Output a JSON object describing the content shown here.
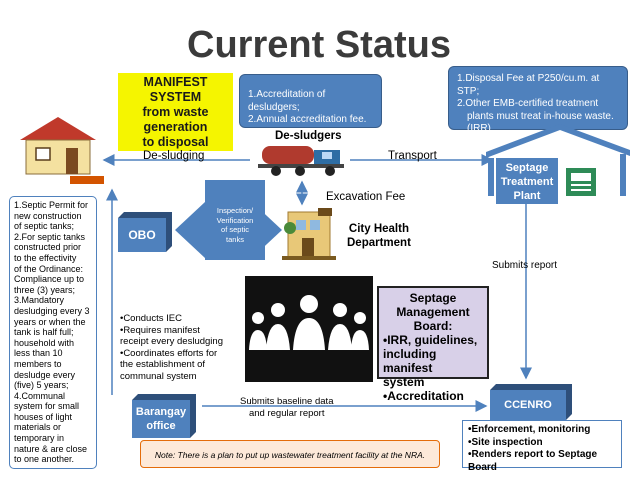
{
  "title": "Current Status",
  "manifest_box": [
    "MANIFEST",
    "SYSTEM",
    "from waste",
    "generation",
    "to disposal"
  ],
  "accreditation_box": [
    "1.Accreditation of desludgers;",
    "2.Annual accreditation fee."
  ],
  "disposal_box": [
    "1.Disposal Fee at P250/cu.m. at STP;",
    "2.Other  EMB-certified treatment",
    "plants must treat in-house waste.",
    "(IRR)"
  ],
  "labels": {
    "desludgers": "De-sludgers",
    "desludging": "De-sludging",
    "transport": "Transport",
    "excavation_fee": "Excavation Fee",
    "city_health": [
      "City Health",
      "Department"
    ],
    "submits_report": "Submits report",
    "submits_baseline": [
      "Submits baseline data",
      "and regular report"
    ]
  },
  "septage_plant": [
    "Septage",
    "Treatment",
    "Plant"
  ],
  "obo": "OBO",
  "inspection": [
    "Inspection/",
    "Verification",
    "of  septic",
    "tanks"
  ],
  "permit_list": [
    "1.Septic Permit for",
    "new  construction",
    "of septic tanks;",
    "2.For septic tanks",
    "constructed prior",
    "to the effectivity",
    "of the Ordinance:",
    "Compliance up to",
    "three (3) years;",
    "3.Mandatory",
    "desludging every 3",
    "years or when the",
    "tank is half full;",
    "household with",
    "less than 10",
    "members to",
    "desludge every",
    "(five) 5 years;",
    "4.Communal",
    "system for small",
    "houses of light",
    "materials or",
    "temporary in",
    "nature & are close",
    "to one another."
  ],
  "barangay_duties": [
    "•Conducts IEC",
    "•Requires manifest",
    "receipt every desludging",
    "•Coordinates efforts for",
    "the establishment of",
    "communal system"
  ],
  "barangay": [
    "Barangay",
    "office"
  ],
  "septage_board": [
    "Septage",
    "Management Board:",
    "•IRR, guidelines,",
    "including manifest",
    "system",
    "•Accreditation"
  ],
  "ccenro": "CCENRO",
  "ccenro_duties": [
    "•Enforcement, monitoring",
    "•Site inspection",
    "•Renders report to Septage Board"
  ],
  "note": "Note: There is a plan to put up wastewater treatment  facility at the NRA.",
  "colors": {
    "blue": "#4f81bd",
    "yellow": "#f5f500",
    "lavender": "#d8d0e8",
    "note_bg": "#fde9d9"
  }
}
